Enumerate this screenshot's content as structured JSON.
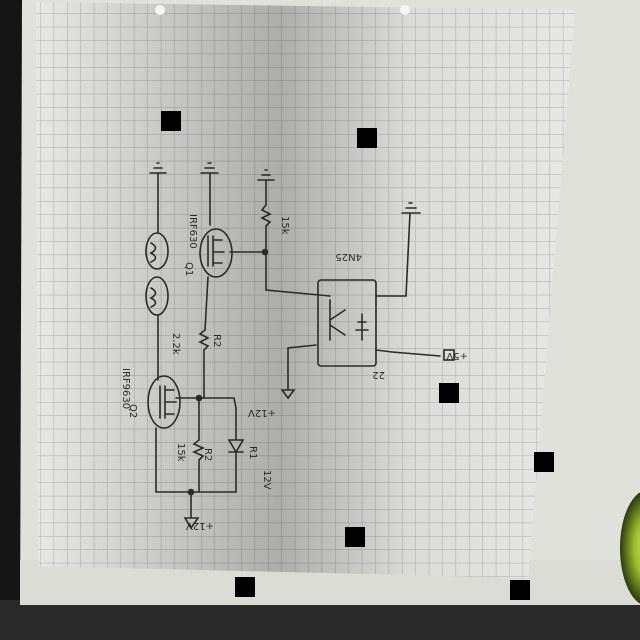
{
  "photo": {
    "subject": "hand-drawn-schematic-on-grid-paper",
    "labels": {
      "optocoupler": "4N25",
      "mosfet_top": "IRF630",
      "mosfet_bottom": "IRF9630",
      "q1": "Q1",
      "q2": "Q2",
      "r15k_top": "15k",
      "r_mid": "2.2k",
      "r2": "R2",
      "r15k_bottom": "15k",
      "r1": "R1",
      "zener": "12V",
      "v12_left": "+12V",
      "v12_bottom": "+12V",
      "v5": "+5V",
      "r22": "22"
    }
  }
}
